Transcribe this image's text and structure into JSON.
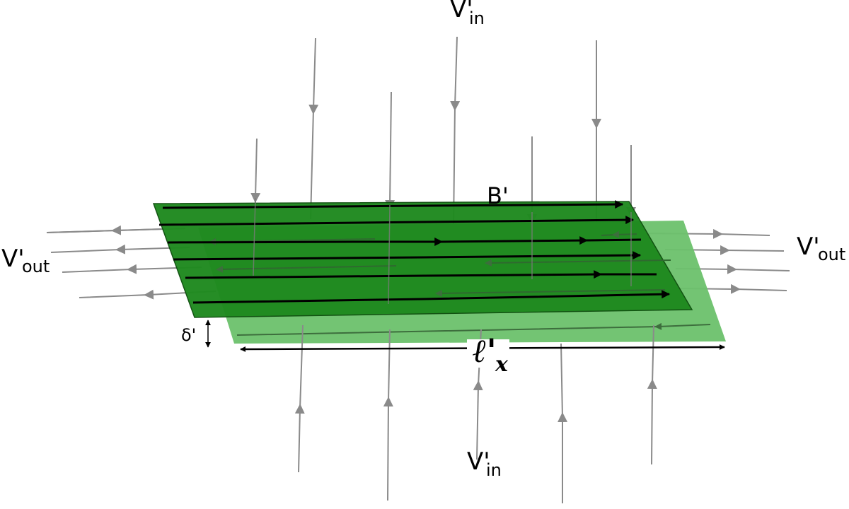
{
  "labels": {
    "vin_top": "V'",
    "vin_top_sub": "in",
    "vin_bottom": "V'",
    "vin_bottom_sub": "in",
    "vout_left": "V'",
    "vout_left_sub": "out",
    "vout_right": "V'",
    "vout_right_sub": "out",
    "field": "B'",
    "thickness": "δ'",
    "length": "ℓ'",
    "length_sub": "x"
  },
  "colors": {
    "sheet_top": "#1f8a1f",
    "sheet_bottom": "#6cc16c",
    "field_lines": "#000000",
    "flow_lines": "#8a8a8a"
  }
}
